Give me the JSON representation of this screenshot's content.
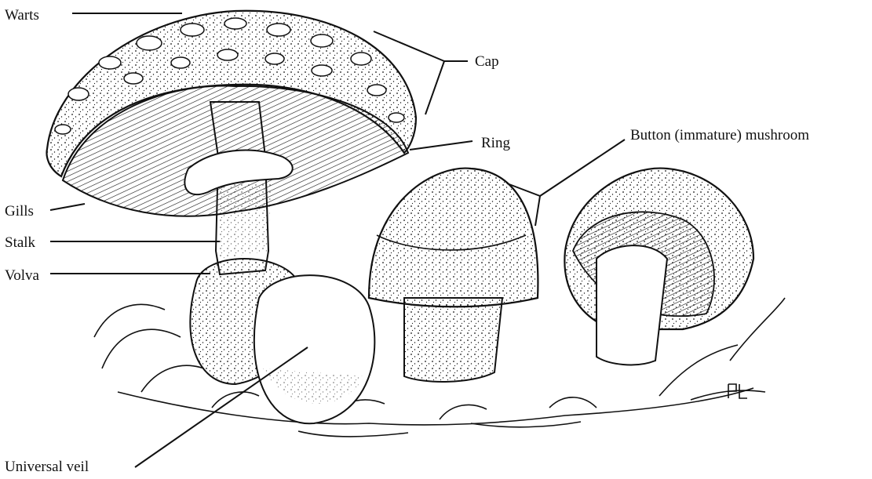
{
  "labels": {
    "warts": "Warts",
    "cap": "Cap",
    "ring": "Ring",
    "button": "Button (immature) mushroom",
    "gills": "Gills",
    "stalk": "Stalk",
    "volva": "Volva",
    "universal_veil": "Universal veil"
  },
  "colors": {
    "ink": "#111111",
    "background": "#ffffff"
  }
}
